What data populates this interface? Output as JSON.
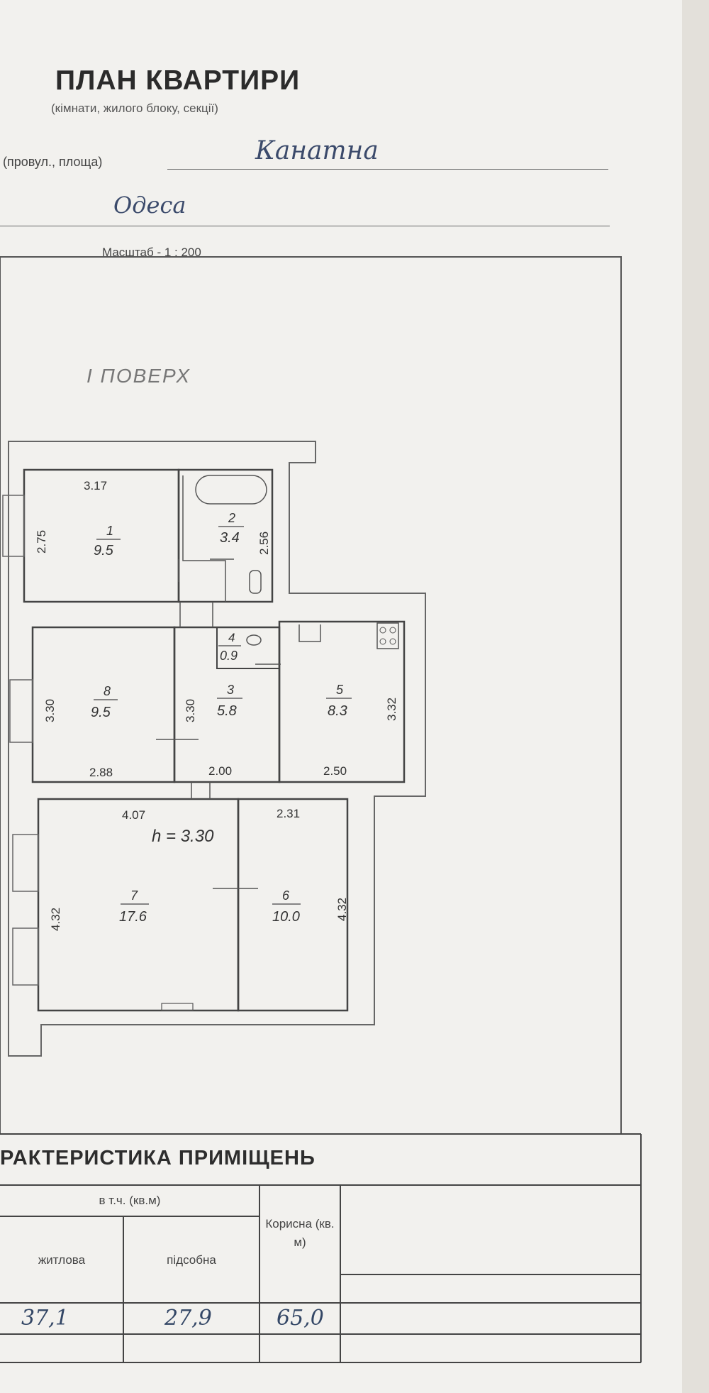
{
  "header": {
    "title": "ПЛАН КВАРТИРИ",
    "subtitle": "(кімнати, жилого блоку, секції)",
    "address_label": "(провул., площа)",
    "street_handwritten": "Канатна",
    "city_handwritten": "Одеса",
    "scale": "Масштаб - 1 : 200"
  },
  "plan": {
    "floor_label": "І  ПОВЕРХ",
    "height_label": "h = 3.30",
    "rooms": [
      {
        "number": "1",
        "area": "9.5"
      },
      {
        "number": "2",
        "area": "3.4"
      },
      {
        "number": "3",
        "area": "5.8"
      },
      {
        "number": "4",
        "area": "0.9"
      },
      {
        "number": "5",
        "area": "8.3"
      },
      {
        "number": "6",
        "area": "10.0"
      },
      {
        "number": "7",
        "area": "17.6"
      },
      {
        "number": "8",
        "area": "9.5"
      }
    ],
    "dimensions": {
      "r1_width": "3.17",
      "r1_height": "2.75",
      "r2_height": "2.56",
      "r8_height": "3.30",
      "r8_width": "2.88",
      "r3_height": "3.30",
      "r3_width": "2.00",
      "r5_height": "3.32",
      "r5_width": "2.50",
      "r7_width": "4.07",
      "r6_width": "2.31",
      "r7_height": "4.32",
      "r6_height": "4.32"
    }
  },
  "table": {
    "title": "РАКТЕРИСТИКА ПРИМІЩЕНЬ",
    "group_header": "в т.ч. (кв.м)",
    "col_living": "житлова",
    "col_auxiliary": "підсобна",
    "col_useful": "Корисна (кв. м)",
    "living_value": "37,1",
    "auxiliary_value": "27,9",
    "useful_value": "65,0"
  }
}
